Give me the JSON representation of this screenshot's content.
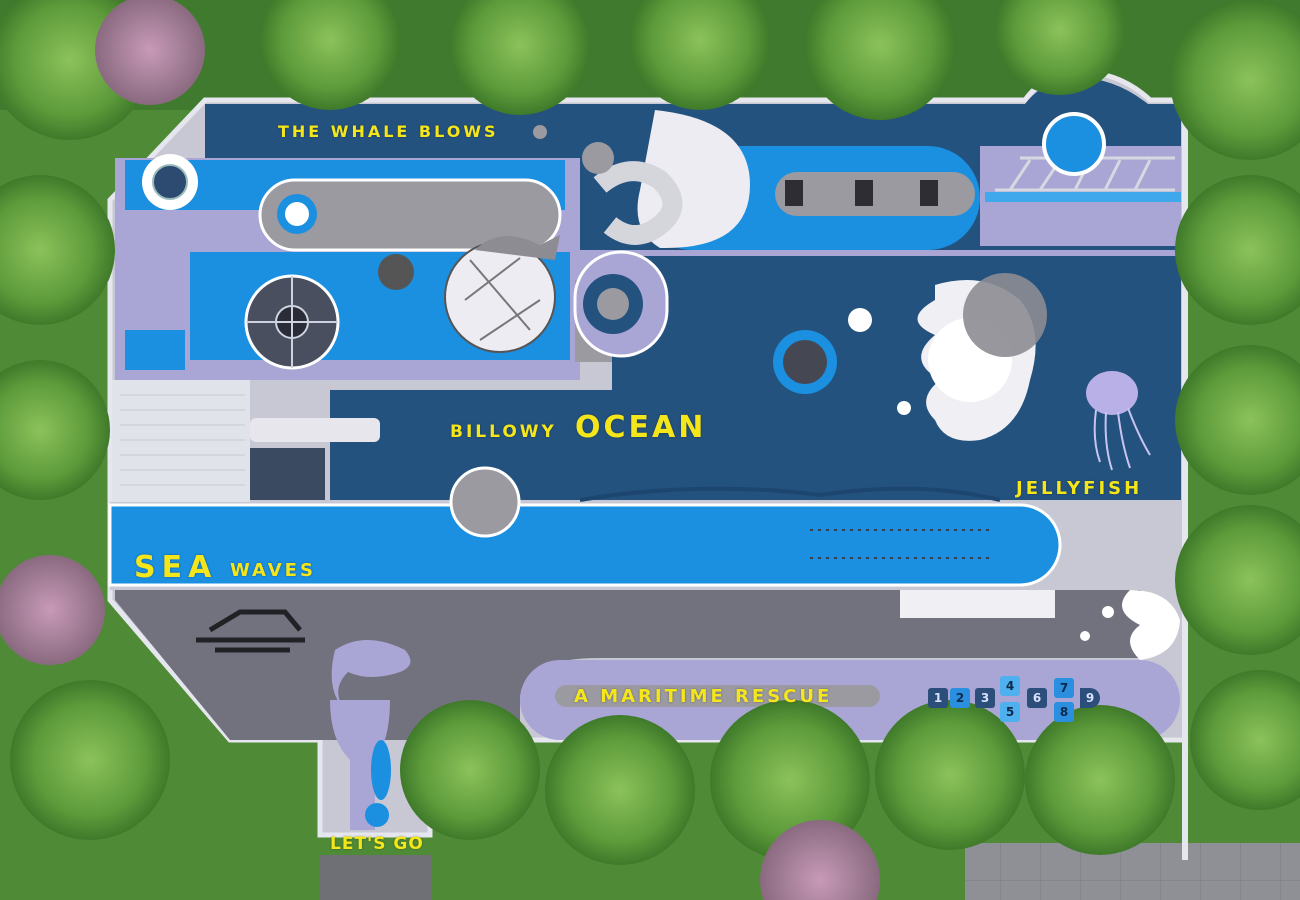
{
  "colors": {
    "grass": "#4f8a36",
    "navy": "#24527e",
    "bright_blue": "#1b8fe0",
    "lavender": "#a9a6d6",
    "gray": "#9a9aa0",
    "white": "#f5f5f5",
    "label_yellow": "#f4e61a"
  },
  "labels": {
    "whale_blows": "THE WHALE BLOWS",
    "billowy": "BILLOWY",
    "ocean": "OCEAN",
    "jellyfish": "JELLYFISH",
    "sea": "SEA",
    "waves": "WAVES",
    "maritime_rescue": "A MARITIME RESCUE",
    "lets_go": "LET'S GO"
  },
  "hopscotch": [
    "1",
    "2",
    "3",
    "4",
    "5",
    "6",
    "7",
    "8",
    "9"
  ]
}
